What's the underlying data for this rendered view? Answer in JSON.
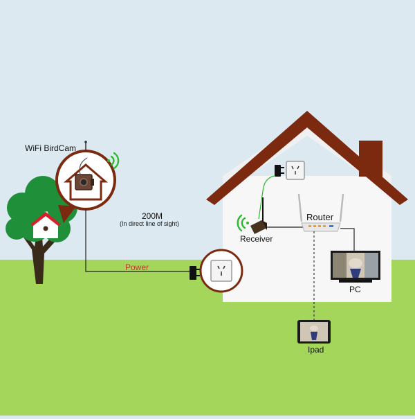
{
  "labels": {
    "birdcam": "WiFi BirdCam",
    "distance": "200M",
    "line_of_sight": "(In direct line of sight)",
    "power": "Power",
    "router": "Router",
    "receiver": "Receiver",
    "pc": "PC",
    "ipad": "Ipad"
  },
  "colors": {
    "sky": "#dce9f0",
    "grass": "#a3d65a",
    "roof": "#7b2a10",
    "house_wall": "#f7f7f7",
    "callout_ring": "#7b2a10",
    "tree": "#1f8f3a",
    "wifi": "#2dbb2d",
    "power_text": "#c0392b"
  },
  "icons": [
    "wifi-signal-icon",
    "power-outlet-icon",
    "power-adapter-icon",
    "camera-icon",
    "birdhouse-icon",
    "antenna-icon"
  ]
}
